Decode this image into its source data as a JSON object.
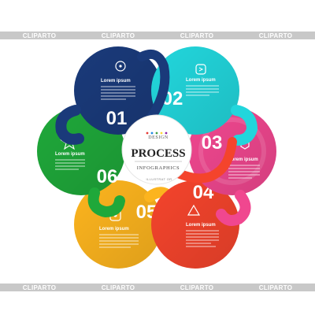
{
  "watermark": {
    "top": [
      "CLIPARTO",
      "CLIPARTO",
      "CLIPARTO",
      "CLIPARTO"
    ],
    "bottom": [
      "CLIPARTO",
      "CLIPARTO",
      "CLIPARTO",
      "CLIPARTO"
    ]
  },
  "center": {
    "design": "DESIGN",
    "title": "PROCESS",
    "subtitle": "INFOGRAPHICS",
    "footer": "ILLUSTRAT OR",
    "dots": [
      "#e53935",
      "#1e88e5",
      "#43a047",
      "#fdd835",
      "#8e24aa"
    ]
  },
  "steps": [
    {
      "number": "01",
      "heading": "Lorem ipsum",
      "color": "#1a3a7a",
      "icon": "bulb-icon"
    },
    {
      "number": "02",
      "heading": "Lorem ipsum",
      "color": "#22d6dc",
      "icon": "share-icon"
    },
    {
      "number": "03",
      "heading": "Lorem ipsum",
      "color": "#f0478f",
      "icon": "gear-icon"
    },
    {
      "number": "04",
      "heading": "Lorem ipsum",
      "color": "#f4442c",
      "icon": "warning-icon"
    },
    {
      "number": "05",
      "heading": "Lorem ipsum",
      "color": "#fcb41e",
      "icon": "target-icon"
    },
    {
      "number": "06",
      "heading": "Lorem ipsum",
      "color": "#1fa83a",
      "icon": "star-icon"
    }
  ]
}
